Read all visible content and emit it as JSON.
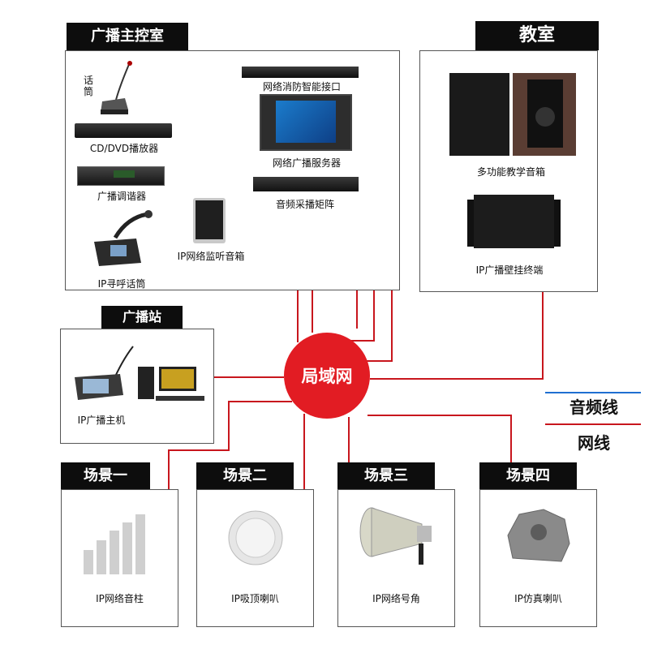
{
  "colors": {
    "audio_line": "#1f6fd1",
    "network_line": "#c8161d",
    "hub": "#e21c23",
    "tag_bg": "#0d0d0d"
  },
  "control_room": {
    "title": "广播主控室",
    "devices": {
      "microphone": "话筒",
      "cd_player": "CD/DVD播放器",
      "tuner": "广播调谐器",
      "ip_paging_mic": "IP寻呼话筒",
      "monitor_speaker": "IP网络监听音箱",
      "fire_interface": "网络消防智能接口",
      "broadcast_server": "网络广播服务器",
      "audio_matrix": "音频采播矩阵"
    }
  },
  "classroom": {
    "title": "教室",
    "devices": {
      "teaching_speaker": "多功能教学音箱",
      "wall_terminal": "IP广播壁挂终端"
    }
  },
  "station": {
    "title": "广播站",
    "devices": {
      "host": "IP广播主机"
    }
  },
  "hub": {
    "label": "局域网"
  },
  "legend": {
    "audio": "音频线",
    "network": "网线"
  },
  "scenes": [
    {
      "title": "场景一",
      "device": "IP网络音柱"
    },
    {
      "title": "场景二",
      "device": "IP吸顶喇叭"
    },
    {
      "title": "场景三",
      "device": "IP网络号角"
    },
    {
      "title": "场景四",
      "device": "IP仿真喇叭"
    }
  ]
}
